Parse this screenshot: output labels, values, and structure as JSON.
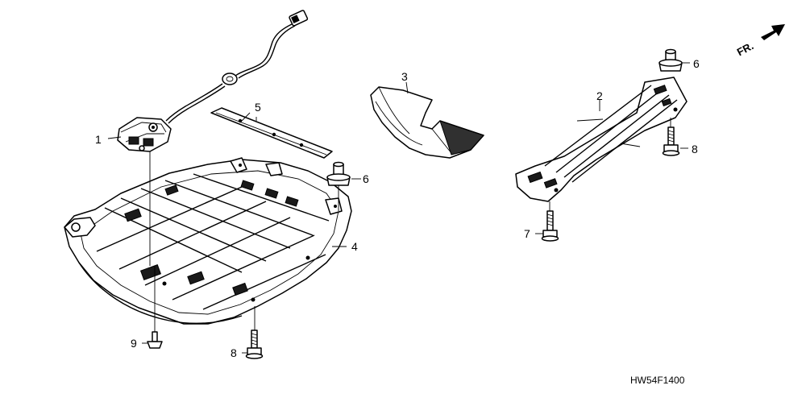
{
  "diagram": {
    "figure_code": "HW54F1400",
    "front_marker": "FR.",
    "callouts": {
      "c1": "1",
      "c2": "2",
      "c3": "3",
      "c4": "4",
      "c5": "5",
      "c6a": "6",
      "c6b": "6",
      "c7": "7",
      "c8a": "8",
      "c8b": "8",
      "c9": "9"
    }
  }
}
